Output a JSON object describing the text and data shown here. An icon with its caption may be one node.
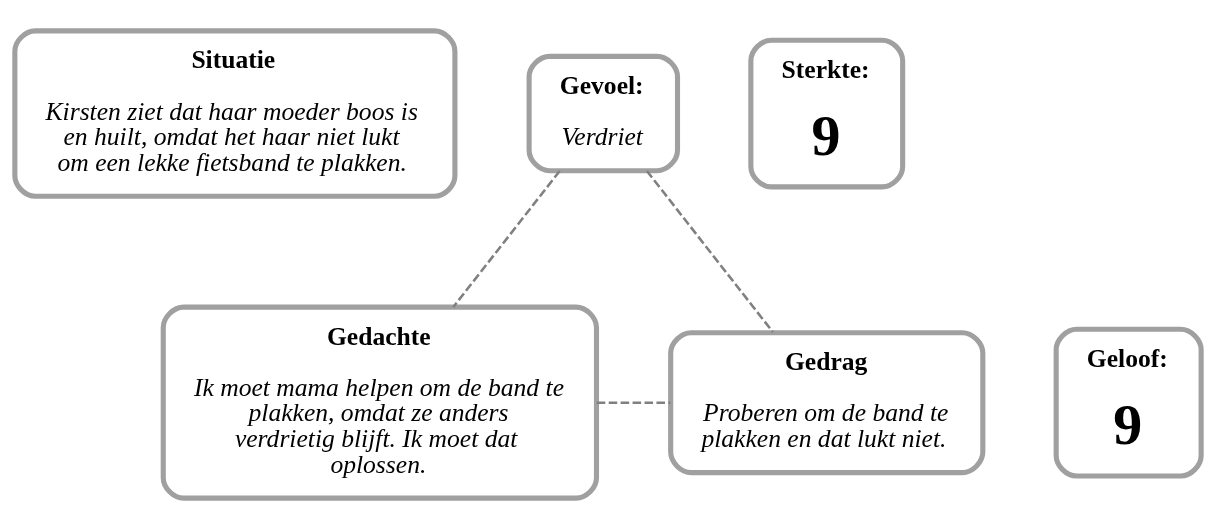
{
  "diagram": {
    "nodes": [
      {
        "text": [
          "Situatie",
          "Kirsten ziet dat haar moeder boos is en huilt, omdat het haar niet lukt om een lekke fietsband te plakken."
        ]
      },
      {
        "text": [
          "Gevoel:",
          "Verdriet"
        ]
      },
      {
        "text": [
          "Sterkte:",
          "9"
        ]
      },
      {
        "text": [
          "Gedachte",
          "Ik moet mama helpen om de band te plakken, omdat ze anders verdrietig blijft. Ik moet dat oplossen."
        ]
      },
      {
        "text": [
          "Geloof:",
          "9"
        ]
      },
      {
        "text": [
          "Gedrag",
          "Proberen om de band te plakken en dat lukt niet."
        ]
      }
    ],
    "edges": [
      {
        "from": 1,
        "to": 3,
        "arrow": "none",
        "style": "dashed"
      },
      {
        "from": 1,
        "to": 5,
        "arrow": "none",
        "style": "dashed"
      },
      {
        "from": 3,
        "to": 5,
        "arrow": "none",
        "style": "dashed"
      }
    ]
  }
}
